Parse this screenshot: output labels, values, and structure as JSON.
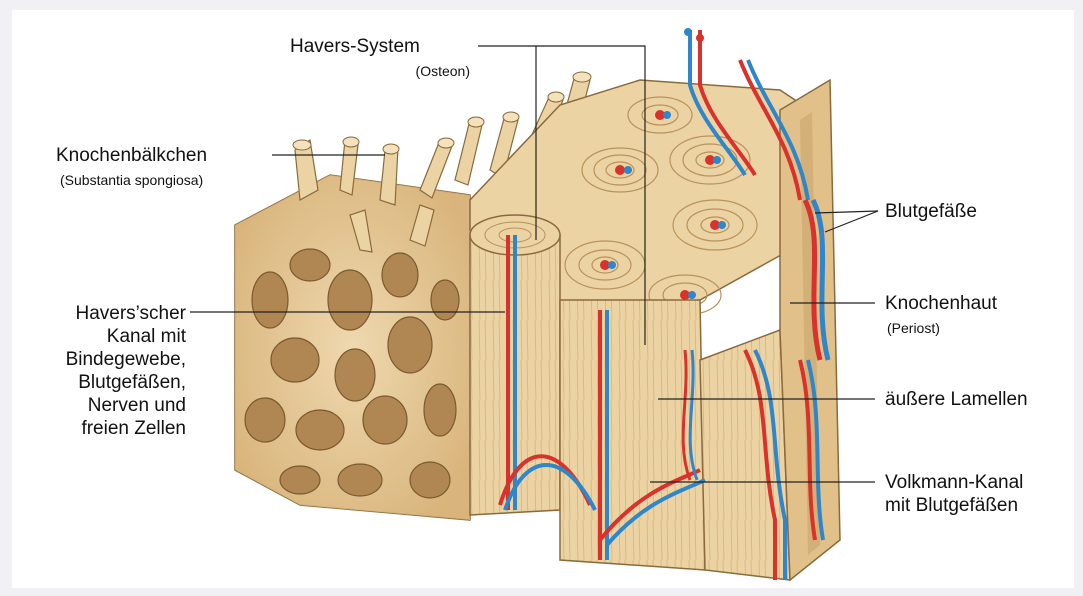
{
  "colors": {
    "background": "#f1f1f5",
    "canvas": "#ffffff",
    "bone": "#ecd3a3",
    "bone_shadow": "#c9a56b",
    "bone_outline": "#8a6a3c",
    "artery": "#d9312b",
    "vein": "#2f86c8",
    "leader": "#222222"
  },
  "labels": {
    "havers_system": "Havers-System",
    "havers_system_sub": "(Osteon)",
    "knochenbaelkchen": "Knochenbälkchen",
    "knochenbaelkchen_sub": "(Substantia spongiosa)",
    "havers_kanal": [
      "Havers’scher",
      "Kanal mit",
      "Bindegewebe,",
      "Blutgefäßen,",
      "Nerven und",
      "freien Zellen"
    ],
    "blutgefaesse": "Blutgefäße",
    "knochenhaut": "Knochenhaut",
    "knochenhaut_sub": "(Periost)",
    "aeussere_lamellen": "äußere Lamellen",
    "volkmann_kanal": [
      "Volkmann-Kanal",
      "mit Blutgefäßen"
    ]
  }
}
